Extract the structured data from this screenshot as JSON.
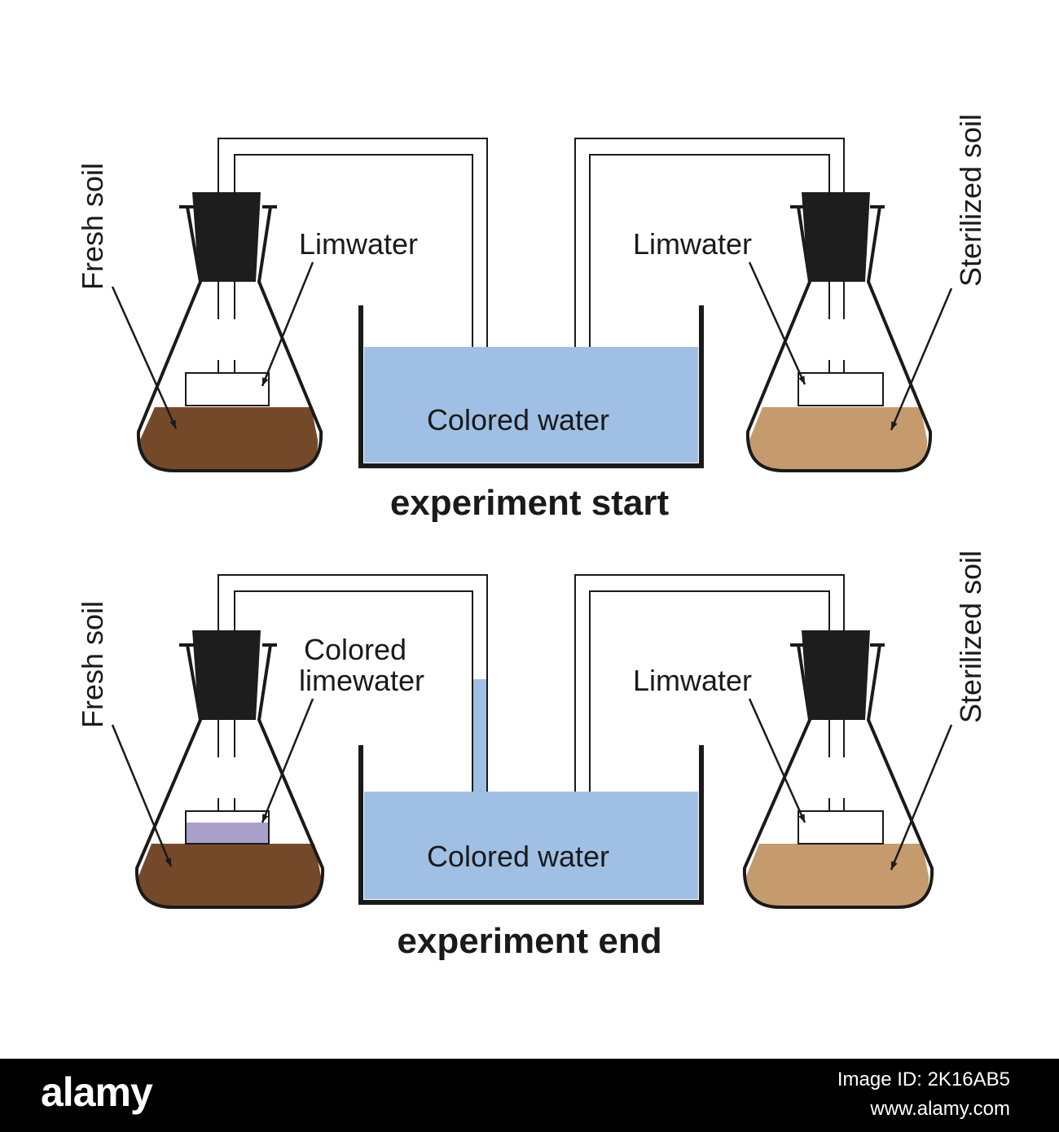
{
  "labels": {
    "fresh_soil": "Fresh soil",
    "sterilized_soil": "Sterilized soil",
    "limewater": "Limwater",
    "colored_limewater_line1": "Colored",
    "colored_limewater_line2": "limewater",
    "colored_water": "Colored water"
  },
  "captions": {
    "start": "experiment start",
    "end": "experiment end"
  },
  "colors": {
    "fresh_soil": "#74492a",
    "sterilized_soil": "#c59b6d",
    "colored_water": "#9fc0e4",
    "colored_limewater": "#aba0cc",
    "stopper": "#1d1d1d",
    "outline": "#1a1a1a"
  },
  "footer": {
    "logo": "alamy",
    "image_id": "Image ID: 2K16AB5",
    "url": "www.alamy.com"
  }
}
